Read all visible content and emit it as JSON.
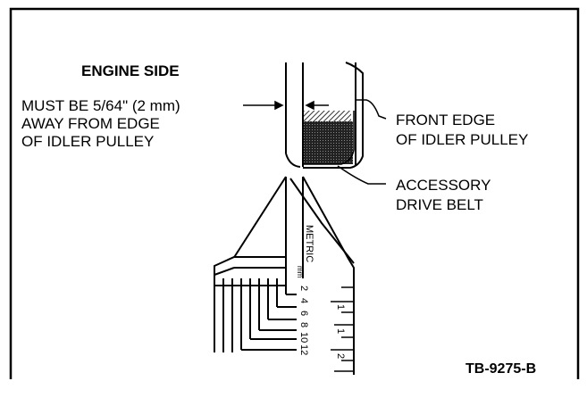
{
  "labels": {
    "engine_side": "ENGINE SIDE",
    "must_be": [
      "MUST BE 5/64\" (2 mm)",
      "AWAY FROM EDGE",
      "OF IDLER PULLEY"
    ],
    "front_edge": [
      "FRONT EDGE",
      "OF IDLER PULLEY"
    ],
    "accessory": [
      "ACCESSORY",
      "DRIVE BELT"
    ],
    "figure_id": "TB-9275-B"
  },
  "gauge": {
    "title": "METRIC",
    "unit": "mm",
    "mm_ticks": [
      "2",
      "4",
      "6",
      "8",
      "10",
      "12"
    ],
    "inch_ticks": [
      "1",
      "1",
      "2"
    ]
  },
  "colors": {
    "ink": "#000000",
    "background": "#ffffff",
    "frame": "#000000"
  }
}
